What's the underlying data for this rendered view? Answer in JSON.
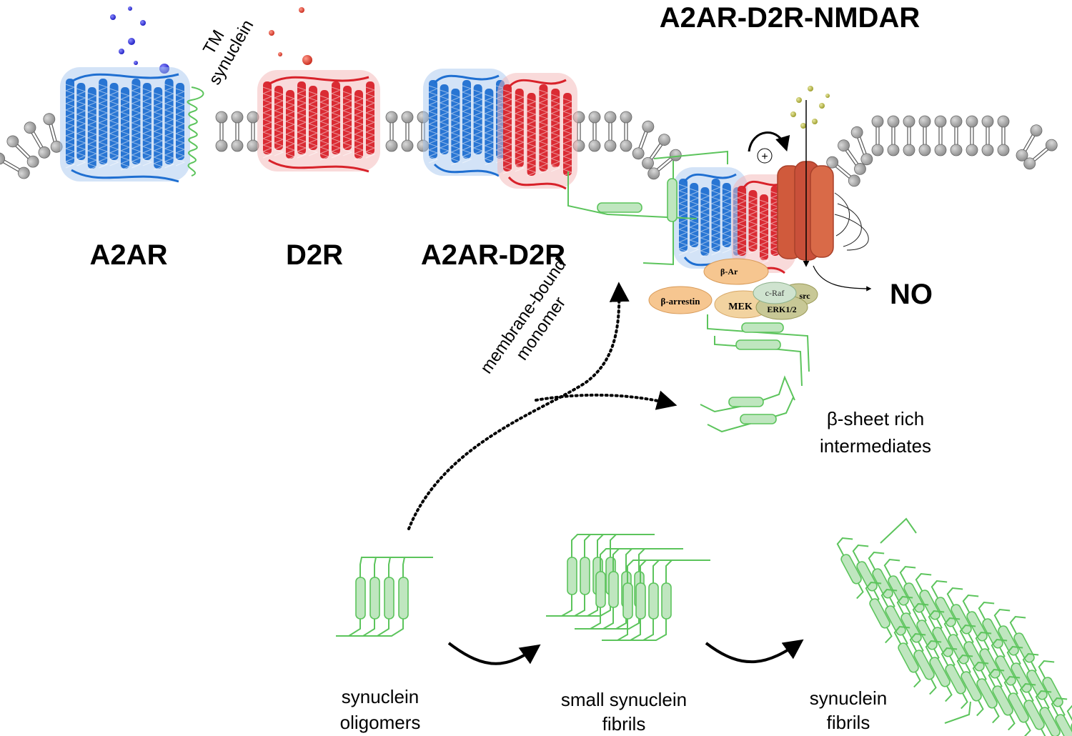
{
  "diagram": {
    "title": "A2AR-D2R-NMDAR",
    "receptor_labels": {
      "a2ar": "A2AR",
      "d2r": "D2R",
      "heteromer": "A2AR-D2R"
    },
    "tm_synuclein": [
      "TM",
      "synuclein"
    ],
    "no_label": "NO",
    "plus_symbol": "+",
    "signaling": {
      "beta_arrestin": "β-arrestin",
      "mek": "MEK",
      "craf": "c-Raf",
      "erk": "ERK1/2",
      "src": "src",
      "hidden": "β-Ar"
    },
    "membrane_bound_monomer": [
      "membrane-bound",
      "monomer"
    ],
    "beta_sheet_intermediates": [
      "β-sheet rich",
      "intermediates"
    ],
    "stages": [
      [
        "synuclein",
        "oligomers"
      ],
      [
        "small synuclein",
        "fibrils"
      ],
      [
        "synuclein",
        "fibrils"
      ]
    ],
    "colors": {
      "a2ar": "#1f6fd1",
      "d2r": "#d8222a",
      "synuclein": "#5cc45c",
      "synuclein_fill": "#bfe6bf",
      "lipid_head": "#aaaaaa",
      "nmdar": "#d05a3c",
      "adenosine": "#2a2adb",
      "dopamine": "#e04a3a",
      "glutamate": "#b8b83a",
      "beta_arrestin_fill": "#f6c690",
      "mek_fill": "#f2d3a0",
      "craf_fill": "#cfe3cf",
      "erk_fill": "#c8c896"
    }
  }
}
